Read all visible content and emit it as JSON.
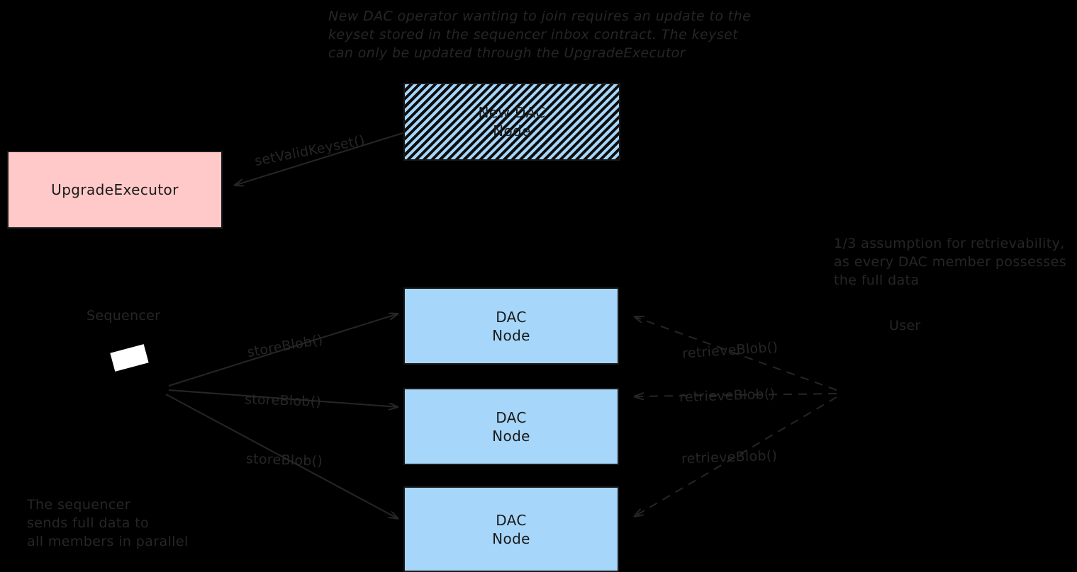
{
  "diagram": {
    "title_note": "New DAC operator wanting to join requires an update to the\nkeyset stored in the sequencer inbox contract. The keyset\ncan only be updated through the UpgradeExecutor",
    "retrievability_note": "1/3 assumption for retrievability,\nas every DAC member possesses\nthe full data",
    "sequencer_note": "The sequencer\nsends full data to\nall members in parallel",
    "nodes": {
      "new_dac_node": {
        "line1": "New DAC",
        "line2": "Node",
        "fill": "#a6d6fa",
        "style": "hatched"
      },
      "upgrade_executor": {
        "label": "UpgradeExecutor",
        "fill": "#ffc9c9"
      },
      "dac_nodes": [
        {
          "line1": "DAC",
          "line2": "Node",
          "fill": "#a6d6fa"
        },
        {
          "line1": "DAC",
          "line2": "Node",
          "fill": "#a6d6fa"
        },
        {
          "line1": "DAC",
          "line2": "Node",
          "fill": "#a6d6fa"
        }
      ],
      "sequencer": {
        "label": "Sequencer"
      },
      "user": {
        "label": "User"
      }
    },
    "edges": {
      "set_valid_keyset": "setValidKeyset()",
      "store_blob_1": "storeBlob()",
      "store_blob_2": "storeBlob()",
      "store_blob_3": "storeBlob()",
      "retrieve_blob_1": "retrieveBlob()",
      "retrieve_blob_2": "retrieveBlob()",
      "retrieve_blob_3": "retrieveBlob()"
    },
    "colors": {
      "background": "#000000",
      "stroke": "#262626",
      "node_border": "#1a1a1a",
      "pink": "#ffc9c9",
      "blue": "#a6d6fa"
    }
  }
}
